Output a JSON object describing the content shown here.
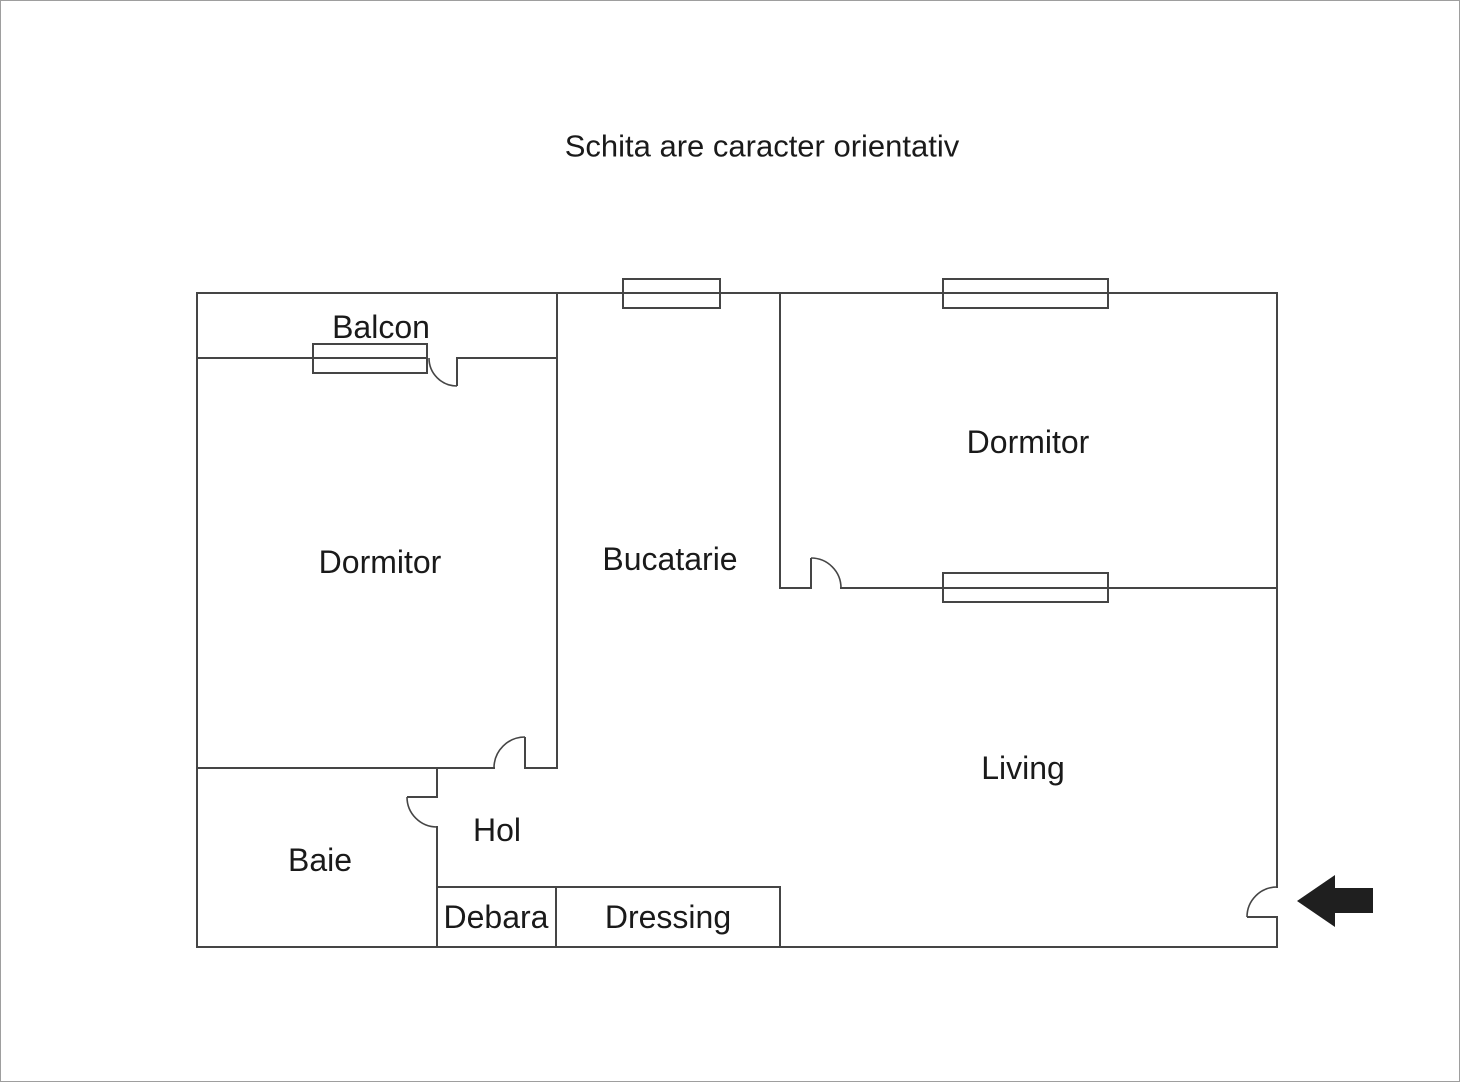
{
  "title": "Schita are caracter orientativ",
  "rooms": {
    "balcon": "Balcon",
    "dormitor_left": "Dormitor",
    "bucatarie": "Bucatarie",
    "dormitor_right": "Dormitor",
    "living": "Living",
    "baie": "Baie",
    "hol": "Hol",
    "debara": "Debara",
    "dressing": "Dressing"
  },
  "icons": {
    "entrance_arrow": "left-arrow"
  },
  "colors": {
    "wall": "#454545",
    "text": "#1a1a1a",
    "arrow": "#1f1f1f",
    "canvas_border": "#9e9e9e",
    "background": "#ffffff"
  }
}
